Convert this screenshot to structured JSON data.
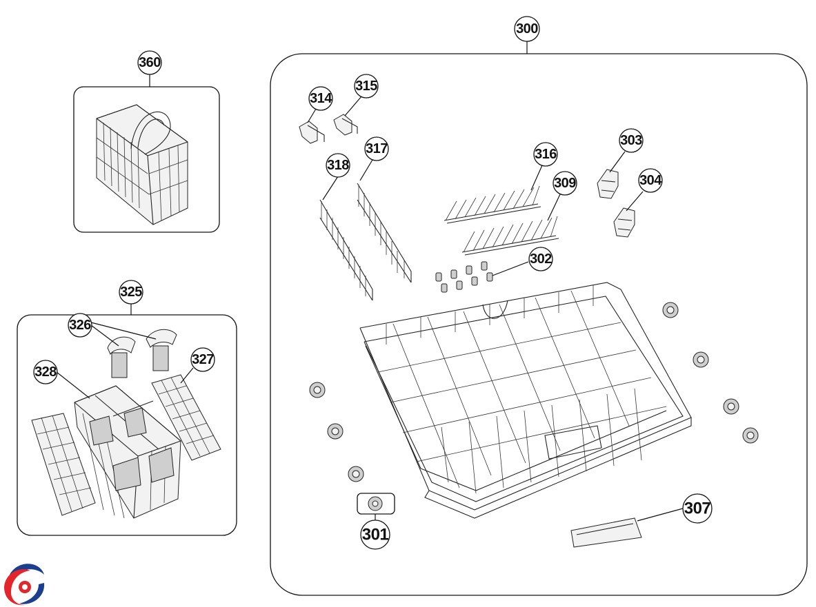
{
  "diagram": {
    "callouts": {
      "c300": "300",
      "c360": "360",
      "c325": "325",
      "c314": "314",
      "c315": "315",
      "c317": "317",
      "c318": "318",
      "c316": "316",
      "c309": "309",
      "c303": "303",
      "c304": "304",
      "c302": "302",
      "c326": "326",
      "c327": "327",
      "c328": "328",
      "c307": "307",
      "c301": "301"
    },
    "colors": {
      "line": "#111111",
      "logo_red": "#e3262b",
      "logo_blue": "#1b3f8f"
    },
    "icons": {
      "logo": "brand-swirl-logo"
    }
  }
}
